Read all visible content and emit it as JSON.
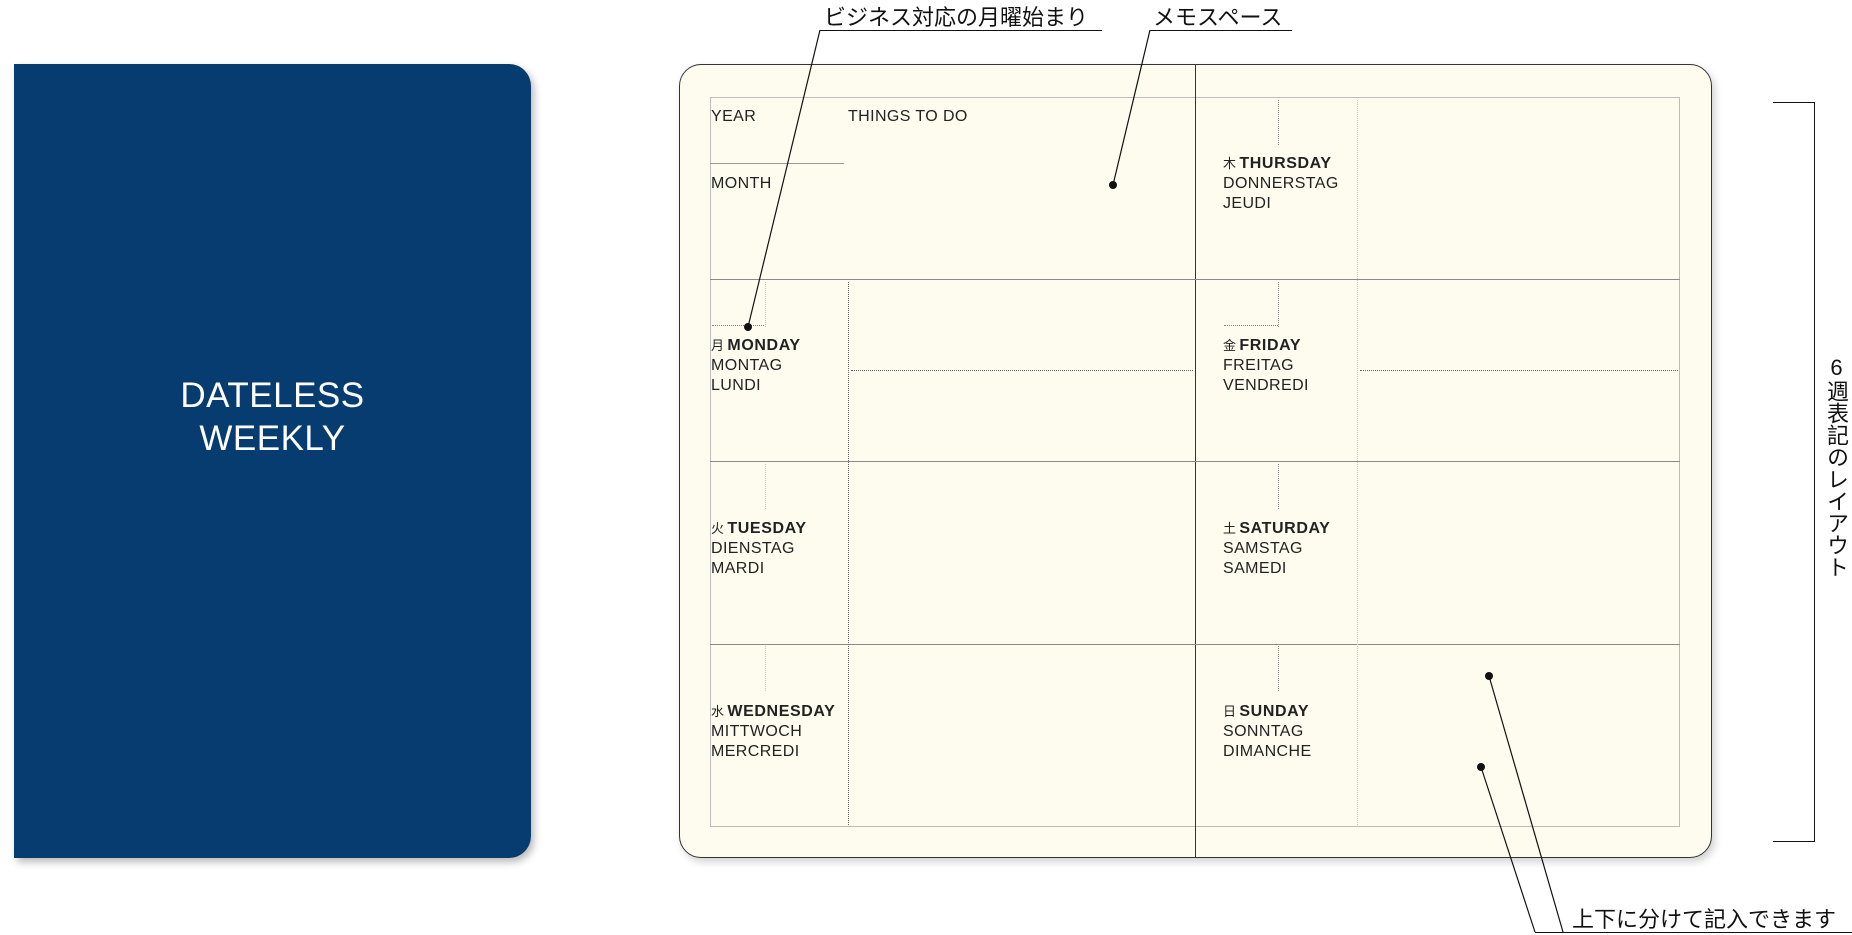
{
  "colors": {
    "cover": "#073c70",
    "page": "#fdfcef"
  },
  "cover": {
    "title_line1": "DATELESS",
    "title_line2": "WEEKLY"
  },
  "header": {
    "year": "YEAR",
    "things_to_do": "THINGS TO DO",
    "month": "MONTH"
  },
  "days": [
    {
      "kanji": "月",
      "en": "MONDAY",
      "de": "MONTAG",
      "fr": "LUNDI"
    },
    {
      "kanji": "火",
      "en": "TUESDAY",
      "de": "DIENSTAG",
      "fr": "MARDI"
    },
    {
      "kanji": "水",
      "en": "WEDNESDAY",
      "de": "MITTWOCH",
      "fr": "MERCREDI"
    },
    {
      "kanji": "木",
      "en": "THURSDAY",
      "de": "DONNERSTAG",
      "fr": "JEUDI"
    },
    {
      "kanji": "金",
      "en": "FRIDAY",
      "de": "FREITAG",
      "fr": "VENDREDI"
    },
    {
      "kanji": "土",
      "en": "SATURDAY",
      "de": "SAMSTAG",
      "fr": "SAMEDI"
    },
    {
      "kanji": "日",
      "en": "SUNDAY",
      "de": "SONNTAG",
      "fr": "DIMANCHE"
    }
  ],
  "annotations": {
    "monday_start": "ビジネス対応の月曜始まり",
    "memo_space": "メモスペース",
    "split_entry": "上下に分けて記入できます",
    "six_week_layout": "6週表記のレイアウト"
  }
}
